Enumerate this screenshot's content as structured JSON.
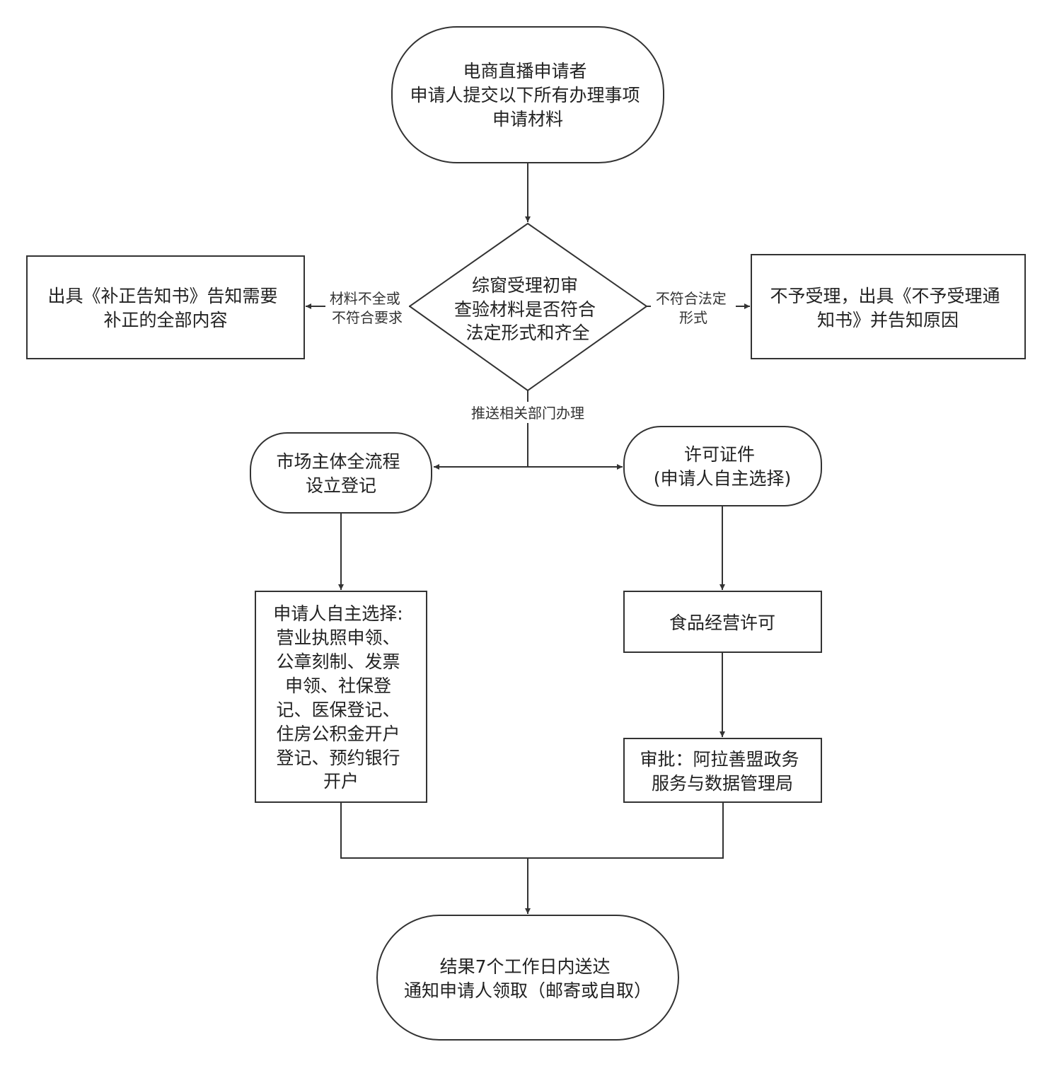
{
  "diagram": {
    "nodes": {
      "applicant": {
        "lines": [
          "电商直播申请者",
          "申请人提交以下所有办理事项",
          "申请材料"
        ]
      },
      "review": {
        "lines": [
          "综窗受理初审",
          "查验材料是否符合",
          "法定形式和齐全"
        ]
      },
      "correction": {
        "lines": [
          "出具《补正告知书》告知需要",
          "补正的全部内容"
        ]
      },
      "reject": {
        "lines": [
          "不予受理，出具《不予受理通",
          "知书》并告知原因"
        ]
      },
      "market": {
        "lines": [
          "市场主体全流程",
          "设立登记"
        ]
      },
      "license": {
        "lines": [
          "许可证件",
          "(申请人自主选择)"
        ]
      },
      "self_select": {
        "lines": [
          "申请人自主选择:",
          "营业执照申领、",
          "公章刻制、发票",
          "申领、社保登",
          "记、医保登记、",
          "住房公积金开户",
          "登记、预约银行",
          "开户"
        ]
      },
      "food": {
        "lines": [
          "食品经营许可"
        ]
      },
      "approval": {
        "lines": [
          "审批：阿拉善盟政务",
          "服务与数据管理局"
        ]
      },
      "result": {
        "lines": [
          "结果7个工作日内送达",
          "通知申请人领取（邮寄或自取）"
        ]
      }
    },
    "edge_labels": {
      "incomplete": [
        "材料不全或",
        "不符合要求"
      ],
      "not_legal": [
        "不符合法定",
        "形式"
      ],
      "push": [
        "推送相关部门办理"
      ]
    }
  }
}
